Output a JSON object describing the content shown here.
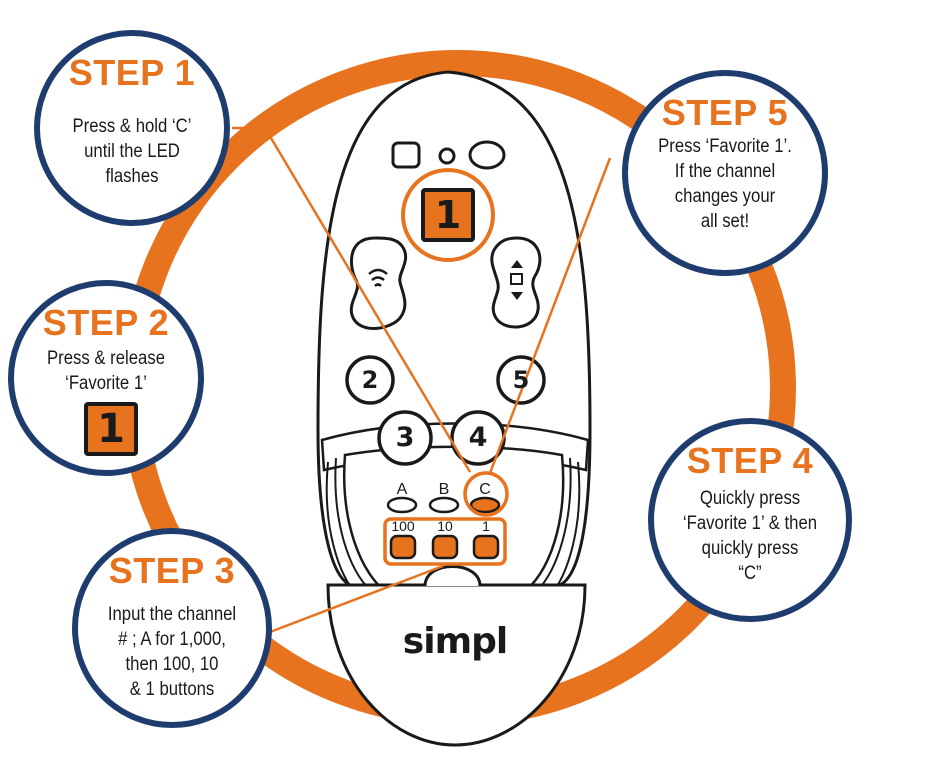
{
  "colors": {
    "accent_orange": "#e8731e",
    "circle_navy": "#1e3d6e",
    "outline_black": "#1a1a1a"
  },
  "steps": [
    {
      "title": "STEP 1",
      "text": "Press & hold ‘C’\nuntil the LED\nflashes"
    },
    {
      "title": "STEP 2",
      "text": "Press & release\n‘Favorite 1’",
      "button_label": "1"
    },
    {
      "title": "STEP 3",
      "text": "Input the channel\n# ; A for 1,000,\nthen 100, 10\n& 1 buttons"
    },
    {
      "title": "STEP 4",
      "text": "Quickly press\n‘Favorite 1’ & then\nquickly press\n“C”"
    },
    {
      "title": "STEP 5",
      "text": "Press  ‘Favorite 1’.\nIf the channel\nchanges your\nall set!"
    }
  ],
  "remote": {
    "brand": "simpl",
    "favorite_labels": [
      "1",
      "2",
      "3",
      "4",
      "5"
    ],
    "letter_labels": [
      "A",
      "B",
      "C"
    ],
    "number_labels": [
      "100",
      "10",
      "1"
    ],
    "icons": [
      "power-icon",
      "led-indicator-icon",
      "input-icon",
      "volume-icon",
      "channel-icon"
    ]
  }
}
